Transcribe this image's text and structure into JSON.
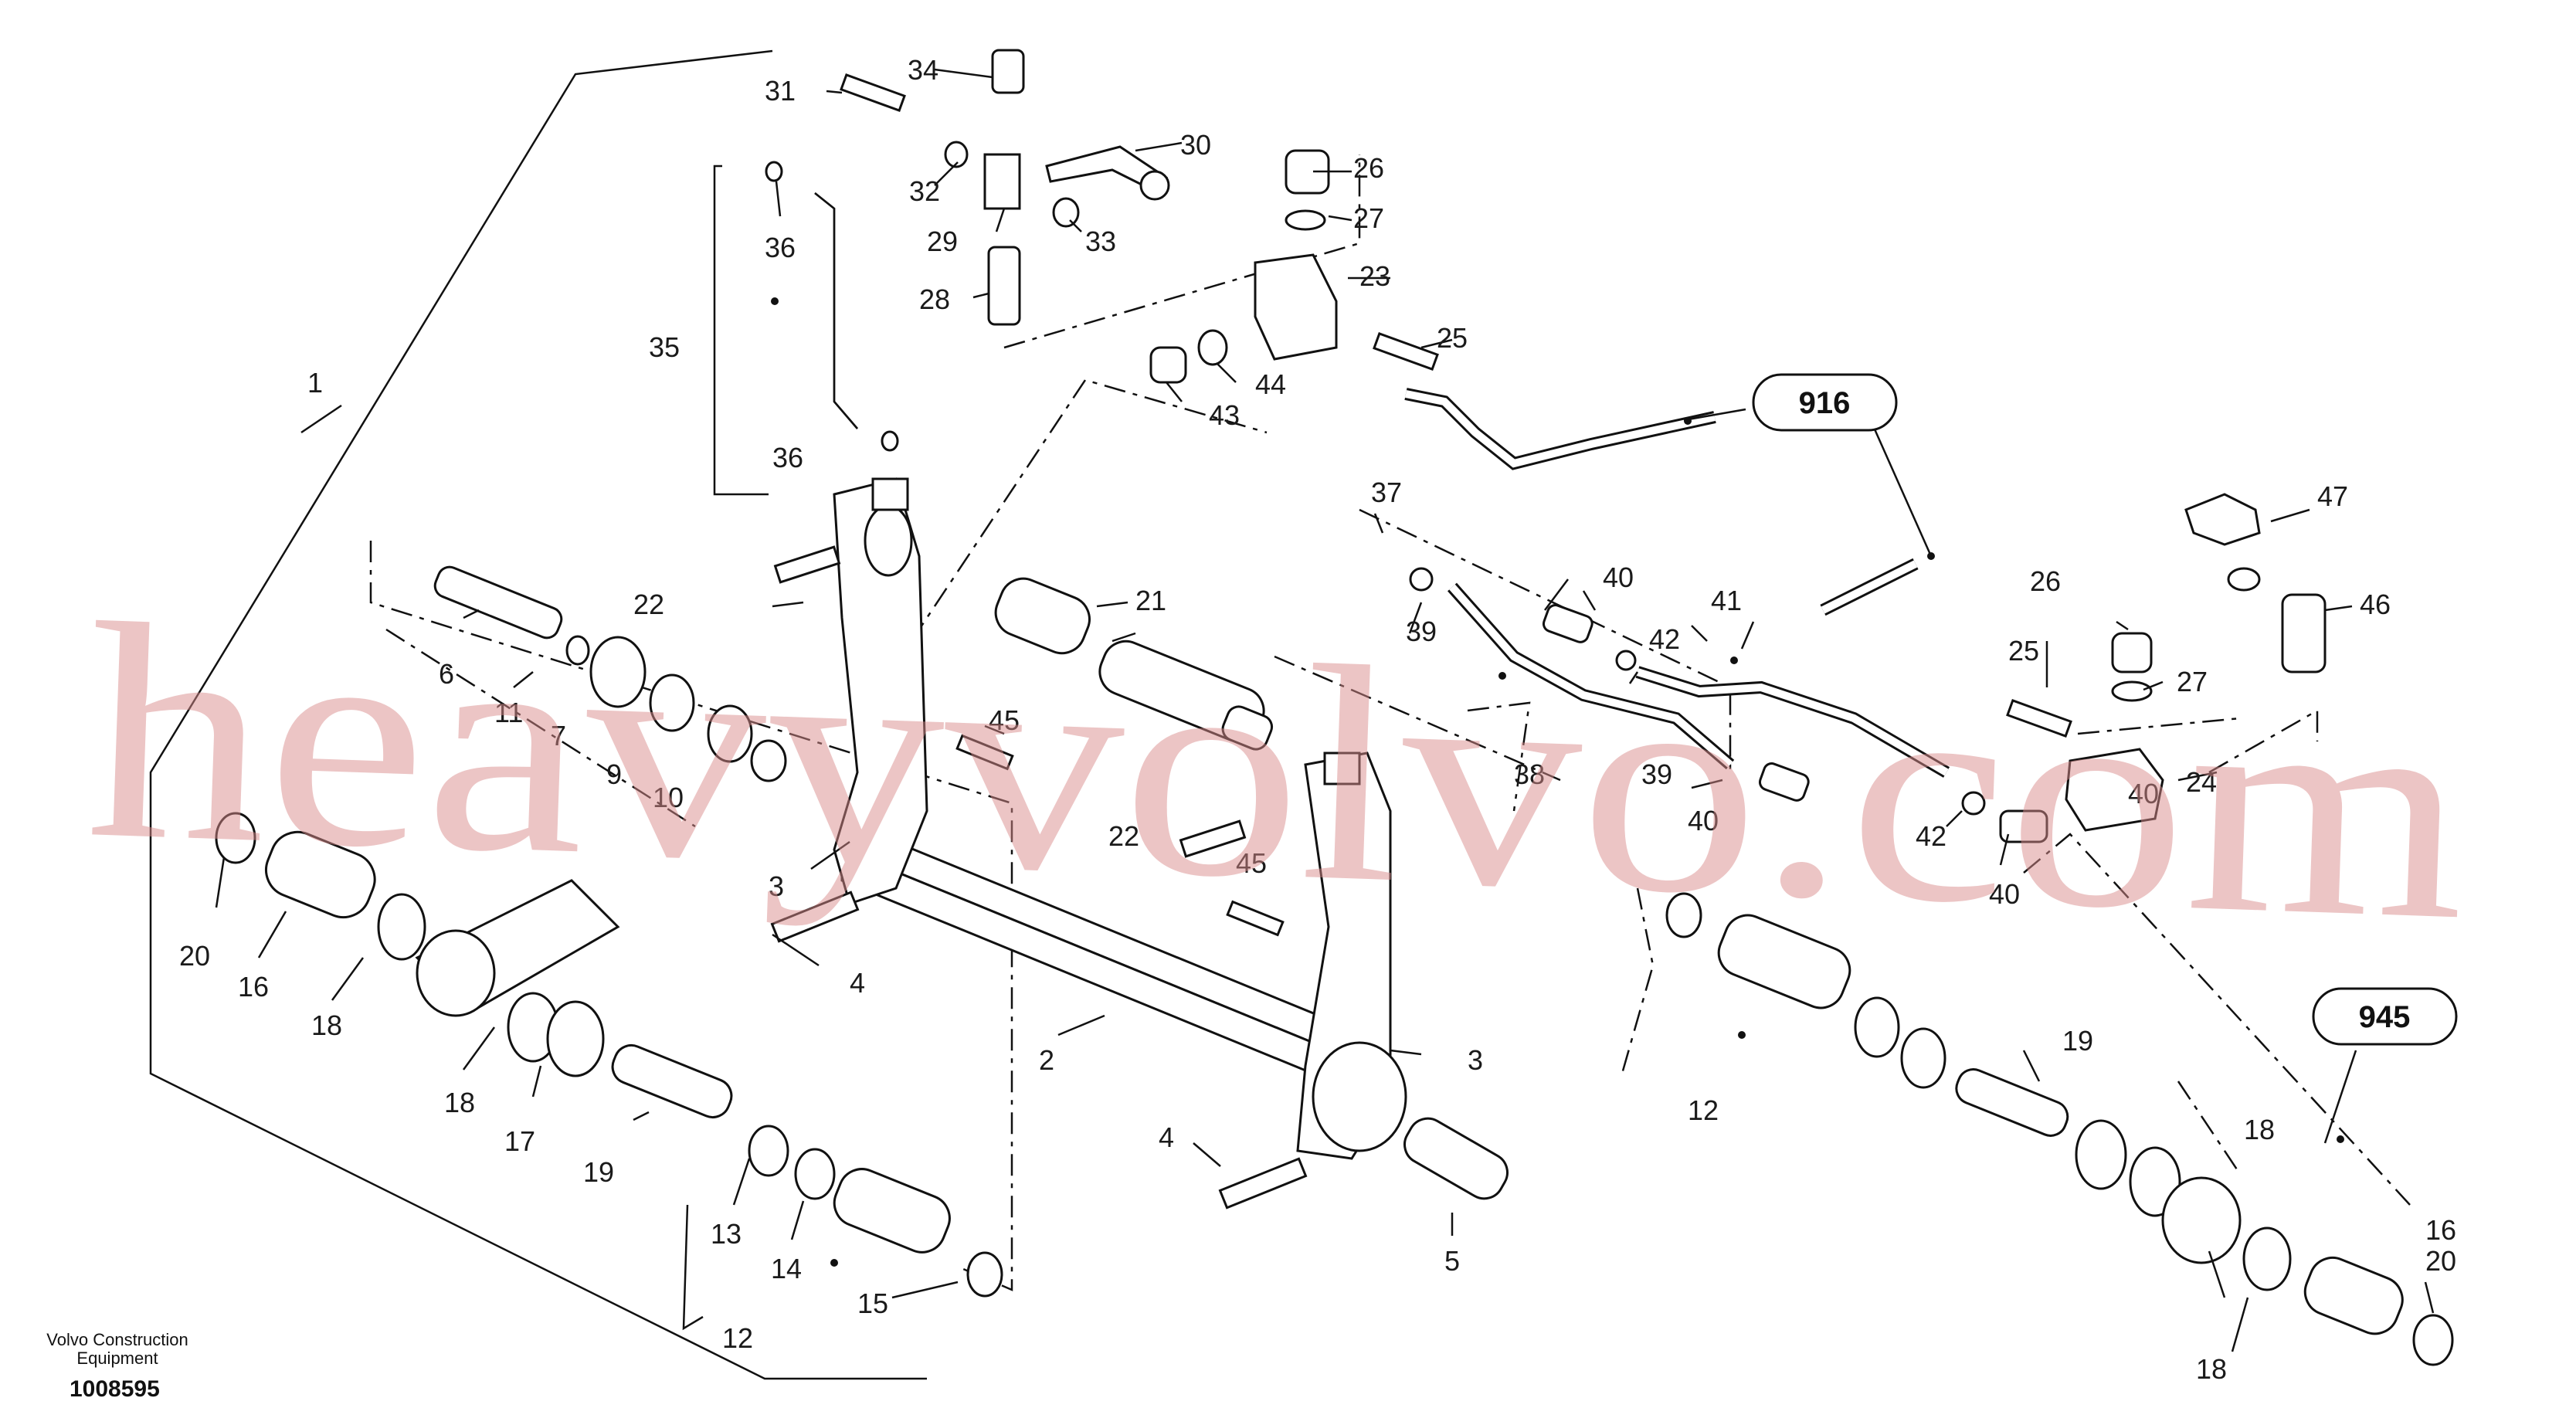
{
  "diagram": {
    "labels": [
      "1",
      "2",
      "3",
      "3",
      "4",
      "4",
      "5",
      "6",
      "7",
      "9",
      "10",
      "11",
      "12",
      "12",
      "13",
      "14",
      "15",
      "16",
      "16",
      "17",
      "18",
      "18",
      "18",
      "18",
      "19",
      "19",
      "20",
      "20",
      "21",
      "22",
      "22",
      "23",
      "24",
      "25",
      "25",
      "26",
      "26",
      "27",
      "27",
      "28",
      "29",
      "30",
      "31",
      "32",
      "33",
      "34",
      "35",
      "36",
      "36",
      "37",
      "38",
      "39",
      "39",
      "40",
      "40",
      "40",
      "40",
      "41",
      "42",
      "42",
      "43",
      "44",
      "45",
      "45",
      "46",
      "47"
    ],
    "ref_boxes": [
      "916",
      "945"
    ],
    "watermark": "heavyvolvo.com",
    "footer": {
      "company_line1": "Volvo Construction",
      "company_line2": "Equipment",
      "drawing_number": "1008595"
    }
  }
}
